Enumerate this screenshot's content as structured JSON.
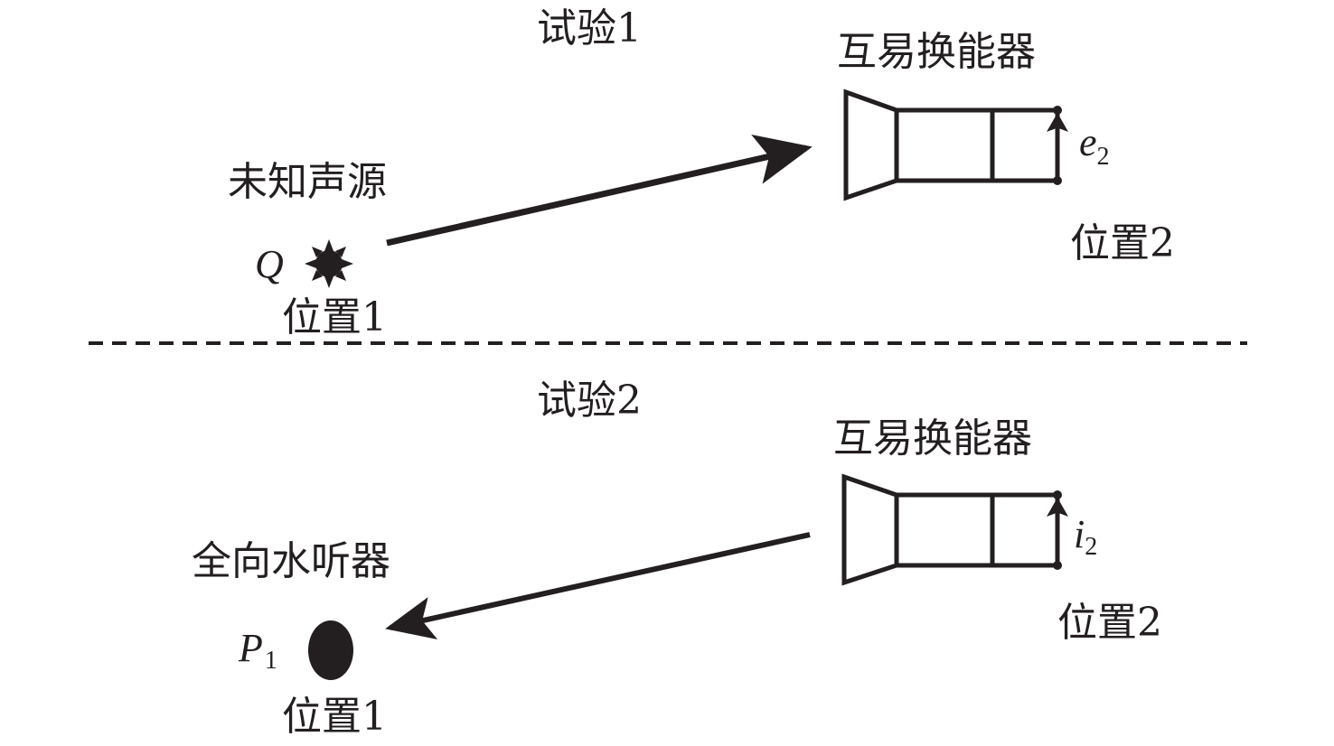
{
  "experiment1": {
    "title": "试验1",
    "source_label": "未知声源",
    "source_symbol": "Q",
    "position1_label": "位置1",
    "transducer_label": "互易换能器",
    "terminal_symbol": "e",
    "terminal_subscript": "2",
    "position2_label": "位置2"
  },
  "experiment2": {
    "title": "试验2",
    "hydrophone_label": "全向水听器",
    "hydrophone_symbol": "P",
    "hydrophone_subscript": "1",
    "position1_label": "位置1",
    "transducer_label": "互易换能器",
    "terminal_symbol": "i",
    "terminal_subscript": "2",
    "position2_label": "位置2"
  },
  "colors": {
    "ink": "#231f20",
    "background": "#ffffff"
  }
}
